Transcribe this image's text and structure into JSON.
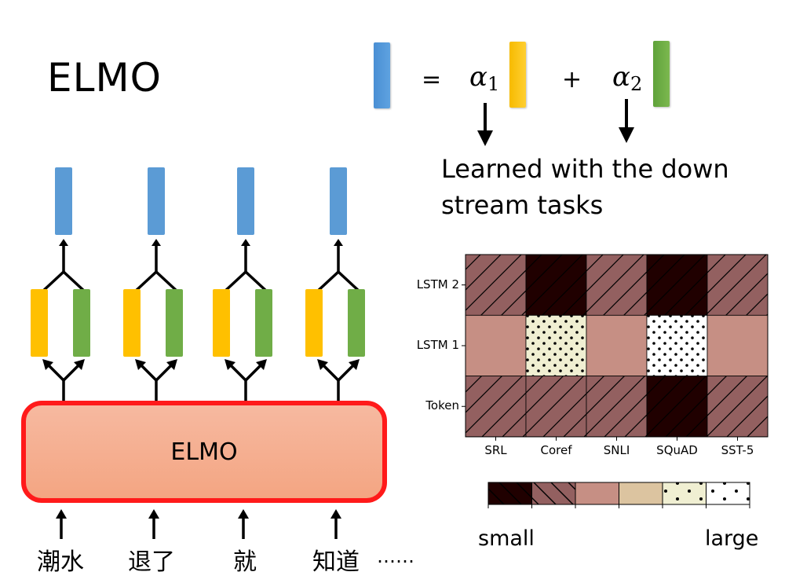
{
  "title": "ELMO",
  "equation": {
    "lhs_vector": "blue-vector",
    "equals": "=",
    "alpha1": "α",
    "alpha1_sub": "1",
    "vector1": "yellow-vector",
    "plus": "+",
    "alpha2": "α",
    "alpha2_sub": "2",
    "vector2": "green-vector"
  },
  "annotation": {
    "line1": "Learned with the down",
    "line2": "stream tasks"
  },
  "diagram": {
    "box_label": "ELMO",
    "words": [
      "潮水",
      "退了",
      "就",
      "知道"
    ],
    "ellipsis": "……",
    "colors": {
      "blue": "#5b9bd5",
      "yellow": "#ffc000",
      "green": "#70ad47",
      "box_fill": "#f4b092",
      "box_border": "#ff0000"
    }
  },
  "chart_data": {
    "type": "heatmap",
    "title": "",
    "rows": [
      "LSTM 2",
      "LSTM 1",
      "Token"
    ],
    "columns": [
      "SRL",
      "Coref",
      "SNLI",
      "SQuAD",
      "SST-5"
    ],
    "levels_note": "0 = small (darkest) ... 5 = large (white)",
    "values": [
      [
        1,
        0,
        1,
        0,
        1
      ],
      [
        2,
        4,
        2,
        5,
        2
      ],
      [
        1,
        1,
        1,
        0,
        1
      ]
    ],
    "colorbar": {
      "min_label": "small",
      "max_label": "large",
      "levels": [
        {
          "level": 0,
          "color": "#200000",
          "pattern": "hatch"
        },
        {
          "level": 1,
          "color": "#936060",
          "pattern": "hatch"
        },
        {
          "level": 2,
          "color": "#c68f84",
          "pattern": "none"
        },
        {
          "level": 3,
          "color": "#dcc4a0",
          "pattern": "none"
        },
        {
          "level": 4,
          "color": "#f0efd2",
          "pattern": "dots"
        },
        {
          "level": 5,
          "color": "#ffffff",
          "pattern": "dots"
        }
      ]
    }
  }
}
